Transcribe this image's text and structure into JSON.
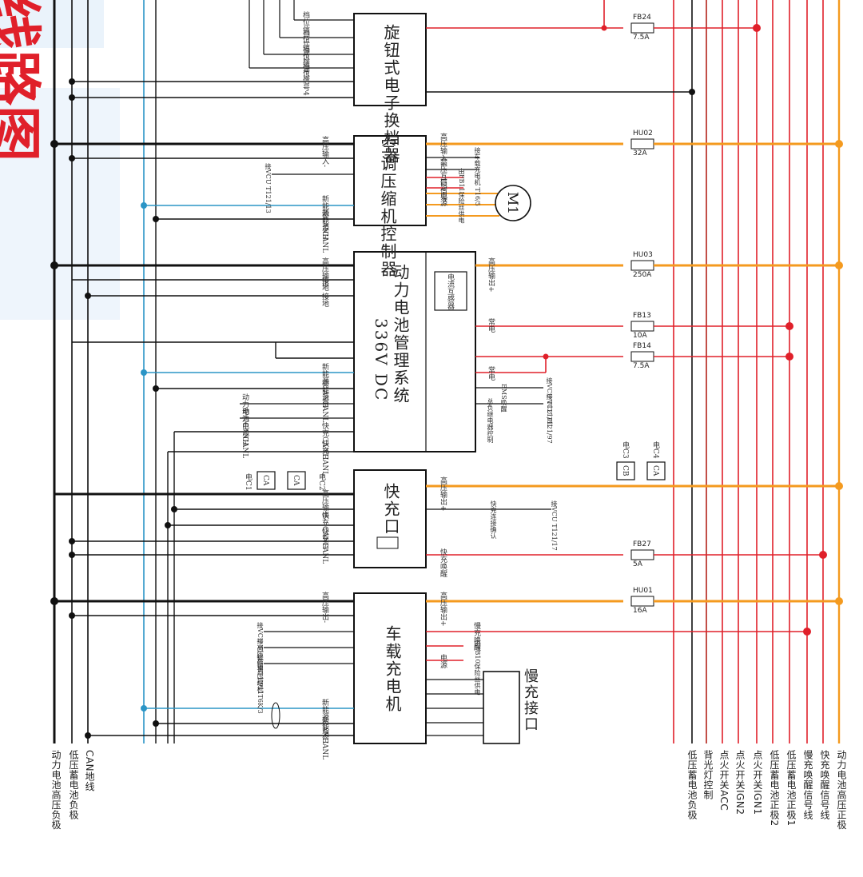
{
  "watermark_title": "线路图",
  "modules": {
    "shifter": "旋钮式电子换档器",
    "ac_compressor": "空调压缩机控制器",
    "motor_label": "M1",
    "bms": "动力电池管理系统",
    "bms_voltage": "336V DC",
    "current_sensor": "电流互感器",
    "fast_charge": "快充口",
    "obc": "车载充电机",
    "slow_charge": "慢充接口"
  },
  "fuses": [
    {
      "id": "FB24",
      "rating": "7.5A"
    },
    {
      "id": "HU02",
      "rating": "32A"
    },
    {
      "id": "HU03",
      "rating": "250A"
    },
    {
      "id": "FB13",
      "rating": "10A"
    },
    {
      "id": "FB14",
      "rating": "7.5A"
    },
    {
      "id": "FB27",
      "rating": "5A"
    },
    {
      "id": "HU01",
      "rating": "16A"
    }
  ],
  "connectors": {
    "c1": "电C1",
    "c2": "电C2",
    "c3": "电C3",
    "c4": "电C4",
    "ca": "CA",
    "cb": "CB"
  },
  "bottom_labels_left": [
    "CAN地线",
    "低压蓄电池负极",
    "动力电池高压负极"
  ],
  "bottom_labels_right": [
    "低压蓄电池负极",
    "背光灯控制",
    "点火开关ACC",
    "点火开关IGN2",
    "点火开关IGN1",
    "低压蓄电池正极2",
    "低压蓄电池正极1",
    "慢充唤醒信号线",
    "快充唤醒信号线",
    "动力电池高压正极"
  ],
  "pin_texts": {
    "shifter_sig": [
      "档位信号1",
      "档位信号2",
      "档位信号3",
      "档位信号4"
    ],
    "ac_left": [
      "高压输入-",
      "接VCU T121/13",
      "新能源CANH",
      "新能源CANL"
    ],
    "ac_right": [
      "高压输入+",
      "接车载充电机 T16/5",
      "高压互锁信号",
      "由FB11保险丝供电",
      "12V电源"
    ],
    "bms_left": [
      "高压输出-",
      "接地",
      "接地",
      "新能源CANH",
      "新能源CANL",
      "动力电池CANH",
      "动力电池CANL",
      "快充CANH",
      "快充CANL"
    ],
    "bms_right": [
      "高压输出+",
      "常电",
      "常电",
      "接VCU T121/81",
      "BMS唤醒",
      "接VCU T121/97",
      "总负继电器控制"
    ],
    "fc_left": [
      "高压输出-",
      "快充CANH",
      "快充CANL"
    ],
    "fc_right": [
      "高压输出+",
      "接VCU T121/17",
      "快充连接确认",
      "快充唤醒"
    ],
    "obc_left": [
      "高压输出-",
      "接VCU T121/36",
      "接高压互锁 T12/11",
      "接空调压缩机 T6K/3",
      "新能源CANH",
      "新能源CANL"
    ],
    "obc_right": [
      "高压输出+",
      "慢充唤醒",
      "由FB10保险丝供电",
      "电源",
      "慢充连接确认信号",
      "高压互锁信号",
      "高压互锁信号"
    ]
  },
  "colors": {
    "hv": "#f49a1f",
    "lv_red": "#e0202a",
    "dark_red": "#b3231a",
    "can": "#2b95c6",
    "black": "#111111"
  }
}
